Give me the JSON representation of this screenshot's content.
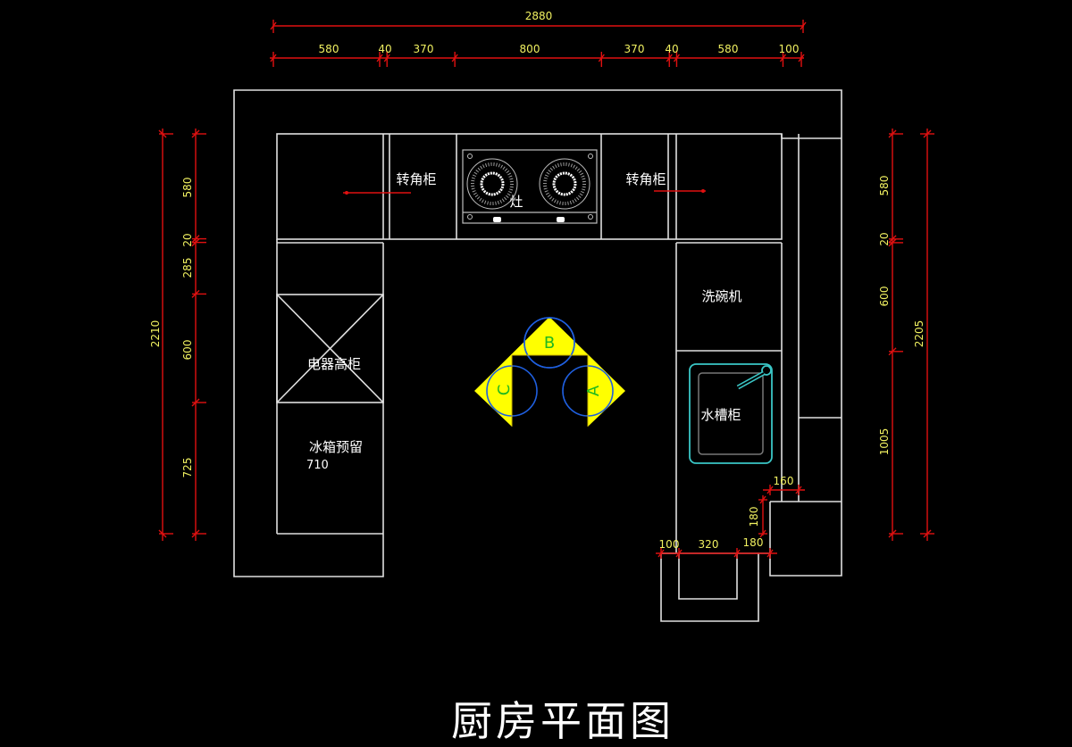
{
  "title": "厨房平面图",
  "colors": {
    "background": "#000000",
    "walls": "#e0e0e0",
    "dimension_lines": "#e01010",
    "dimension_text": "#f0f060",
    "sink_outline": "#3ac6c6",
    "work_triangle_fill": "#ffff00",
    "work_circles": "#1f5fdf",
    "work_labels": "#1fb81f"
  },
  "labels": {
    "corner_cabinet_left": "转角柜",
    "corner_cabinet_right": "转角柜",
    "stove": "灶",
    "appliance_tall_cabinet": "电器高柜",
    "fridge_reserve": "冰箱预留",
    "fridge_width": "710",
    "dishwasher": "洗碗机",
    "sink_cabinet": "水槽柜"
  },
  "work_triangle": {
    "a": "A",
    "b": "B",
    "c": "C"
  },
  "dimensions": {
    "top_total": "2880",
    "top_segments": [
      "580",
      "40",
      "370",
      "800",
      "370",
      "40",
      "580",
      "100"
    ],
    "left_total": "2210",
    "left_segments": [
      "580",
      "20",
      "285",
      "600",
      "725"
    ],
    "right_total": "2205",
    "right_segments": [
      "580",
      "20",
      "600",
      "1005"
    ],
    "bottom_segments": [
      "100",
      "320",
      "180"
    ],
    "notch_vertical": "180",
    "notch_horizontal": "160"
  }
}
